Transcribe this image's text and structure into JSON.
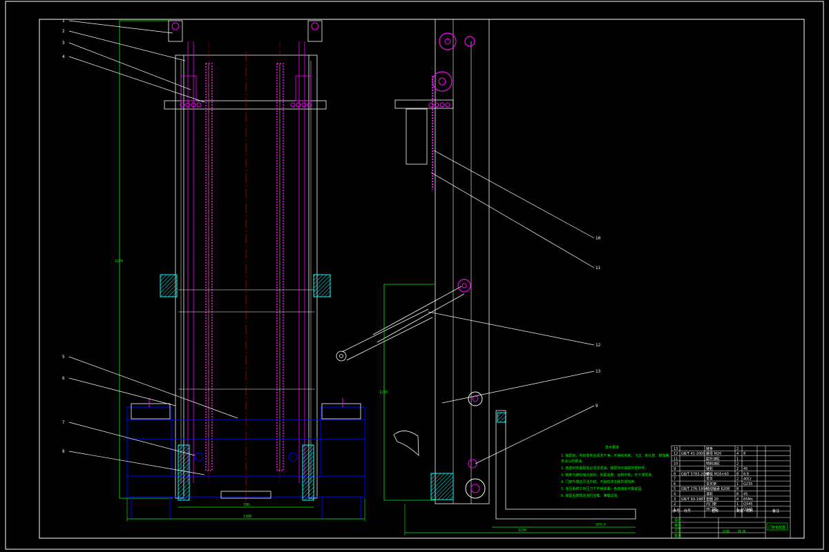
{
  "colors": {
    "background": "#000000",
    "outline": "#ffffff",
    "frame": "#ff00ff",
    "centerline": "#ff0000",
    "dimension": "#00ff00",
    "hidden": "#0000ff",
    "hatch": "#00ffff"
  },
  "front_view": {
    "leaders": [
      "1",
      "2",
      "3",
      "4",
      "5",
      "6",
      "7",
      "8"
    ],
    "dim_height": "2270",
    "dim_inner": "700",
    "dim_outer": "1380"
  },
  "side_view": {
    "leaders": [
      "10",
      "11",
      "12",
      "13",
      "9"
    ],
    "dim_height": "1250",
    "dim_bottom_left": "1230",
    "dim_bottom_right": "975.5"
  },
  "notes": {
    "title": "技术要求",
    "lines": [
      "1. 装配前，所有零件应清洗干净，不得有毛刺、飞边、氧化皮、锈蚀等，",
      "   并涂以防锈油。",
      "2. 各密封件装配前必须浸透油，装配时不得损伤密封件。",
      "3. 链条与链轮啮合良好，张紧适度，运转平稳，无卡滞现象。",
      "4. 门架升降应灵活平稳，不得有冲击和异常响声。",
      "5. 液压系统工作压力下不得渗漏，各连接处可靠紧固。",
      "6. 装配后按规定进行空载、满载试验。"
    ]
  },
  "title_block": {
    "rows": [
      {
        "no": "13",
        "code": "",
        "name": "链条",
        "qty": "2",
        "mat": ""
      },
      {
        "no": "12",
        "code": "GB/T 41-2000",
        "name": "螺母 M20",
        "qty": "4",
        "mat": "8"
      },
      {
        "no": "11",
        "code": "",
        "name": "起升油缸",
        "qty": "1",
        "mat": ""
      },
      {
        "no": "10",
        "code": "",
        "name": "倾斜油缸",
        "qty": "2",
        "mat": ""
      },
      {
        "no": "9",
        "code": "",
        "name": "链轮",
        "qty": "2",
        "mat": "45"
      },
      {
        "no": "8",
        "code": "GB/T 5783-2000",
        "name": "螺栓 M16×60",
        "qty": "8",
        "mat": "8.8"
      },
      {
        "no": "7",
        "code": "",
        "name": "货叉",
        "qty": "2",
        "mat": "40Cr"
      },
      {
        "no": "6",
        "code": "",
        "name": "货叉架",
        "qty": "1",
        "mat": "Q235"
      },
      {
        "no": "5",
        "code": "GB/T 276-1994",
        "name": "滚动轴承 6208",
        "qty": "8",
        "mat": ""
      },
      {
        "no": "4",
        "code": "",
        "name": "滚轮",
        "qty": "8",
        "mat": "45"
      },
      {
        "no": "3",
        "code": "GB/T 93-1987",
        "name": "垫圈 20",
        "qty": "4",
        "mat": "65Mn"
      },
      {
        "no": "2",
        "code": "",
        "name": "内门架",
        "qty": "1",
        "mat": "Q345"
      },
      {
        "no": "1",
        "code": "",
        "name": "外门架",
        "qty": "1",
        "mat": "Q345"
      }
    ],
    "header": [
      "序号",
      "代号",
      "名称",
      "数量",
      "材料",
      "备注"
    ],
    "footer_labels": [
      "设计",
      "审核",
      "工艺",
      "批准"
    ],
    "scale_label": "比例",
    "sheet_label": "共 张",
    "drawing_name": "门架装配图"
  }
}
